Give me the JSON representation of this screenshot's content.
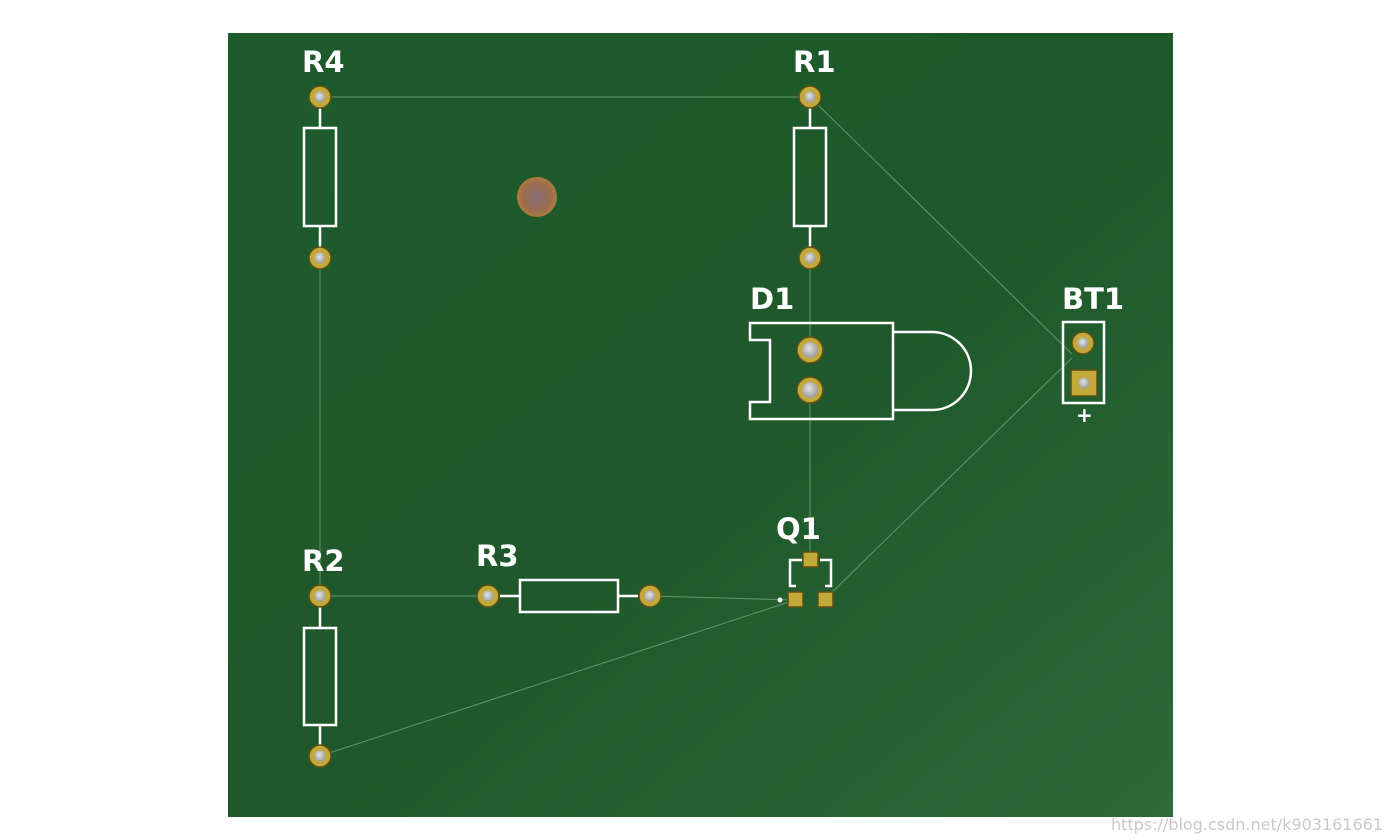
{
  "board": {
    "colors": {
      "soldermask": "#1f5a2c",
      "silkscreen": "#ffffff",
      "pad": "#c2a93a",
      "pad_ring_edge": "#6b5a16",
      "drill": "#c8c8c8",
      "ratsnest": "#7fae86"
    }
  },
  "components": {
    "r4": {
      "designator": "R4"
    },
    "r1": {
      "designator": "R1"
    },
    "d1": {
      "designator": "D1"
    },
    "bt1": {
      "designator": "BT1",
      "polarity_mark": "+"
    },
    "q1": {
      "designator": "Q1"
    },
    "r2": {
      "designator": "R2"
    },
    "r3": {
      "designator": "R3"
    }
  },
  "watermark": {
    "text": "https://blog.csdn.net/k903161661"
  }
}
